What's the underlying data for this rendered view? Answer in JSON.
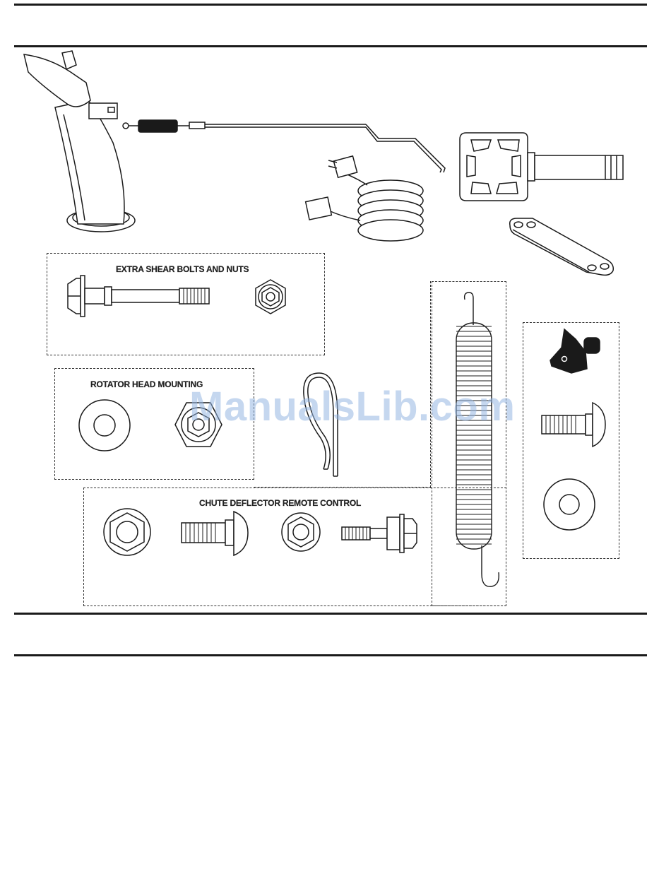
{
  "groups": {
    "shear_bolts": {
      "label": "EXTRA SHEAR BOLTS AND NUTS"
    },
    "rotator_head": {
      "label": "ROTATOR HEAD MOUNTING"
    },
    "chute_deflector": {
      "label": "CHUTE DEFLECTOR REMOTE CONTROL"
    }
  },
  "watermark": {
    "text": "ManualsLib.com"
  },
  "parts": [
    "discharge-chute",
    "chute-deflector-control-rod",
    "extension-cord",
    "chute-crank-handle",
    "crank-bracket",
    "shear-bolt",
    "shear-lock-nut",
    "flat-washer",
    "hex-lock-nut",
    "hairpin-cotter",
    "extension-spring",
    "wing-knob",
    "carriage-bolt",
    "knob-washer",
    "flange-lock-nut",
    "carriage-bolt-small",
    "hex-nut",
    "hex-flange-bolt"
  ],
  "colors": {
    "line": "#1a1a1a",
    "watermark": "#96b6e1"
  }
}
